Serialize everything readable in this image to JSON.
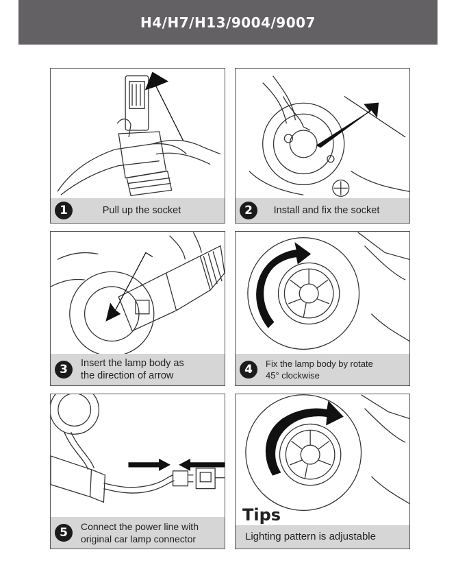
{
  "header": {
    "title": "H4/H7/H13/9004/9007"
  },
  "steps": [
    {
      "number": "1",
      "text": "Pull up the socket"
    },
    {
      "number": "2",
      "text": "Install and fix the socket"
    },
    {
      "number": "3",
      "line1": "Insert the lamp body as",
      "line2": "the direction of arrow"
    },
    {
      "number": "4",
      "line1": "Fix the lamp body by rotate",
      "line2": "45°  clockwise"
    },
    {
      "number": "5",
      "line1": "Connect the power line with",
      "line2": "original car lamp connector"
    }
  ],
  "tips": {
    "title": "Tips",
    "text": "Lighting pattern is adjustable"
  },
  "colors": {
    "header_bg": "#636163",
    "caption_bg": "#d6d6d6",
    "number_bg": "#1b1b1b"
  }
}
